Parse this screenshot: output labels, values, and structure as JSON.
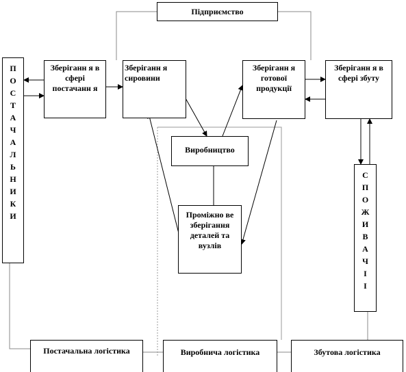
{
  "enterprise": "Підприємство",
  "suppliers_letters": [
    "П",
    "О",
    "С",
    "Т",
    "А",
    "Ч",
    "А",
    "Л",
    "Ь",
    "Н",
    "И",
    "К",
    "И"
  ],
  "consumers_letters": [
    "С",
    "П",
    "О",
    "Ж",
    "И",
    "В",
    "А",
    "Ч",
    "І",
    "І"
  ],
  "storage_supply": "Зберіганн я в сфері постачанн я",
  "storage_raw": "Зберіганн я сировини",
  "storage_finished": "Зберіганн я готової продукції",
  "storage_sales": "Зберіганн я в сфері збуту",
  "production": "Виробництво",
  "intermediate": "Проміжно ве зберігання деталей та вузлів",
  "supply_logistics": "Постачальна логістика",
  "production_logistics": "Виробнича логістика",
  "sales_logistics": "Збутова логістика"
}
